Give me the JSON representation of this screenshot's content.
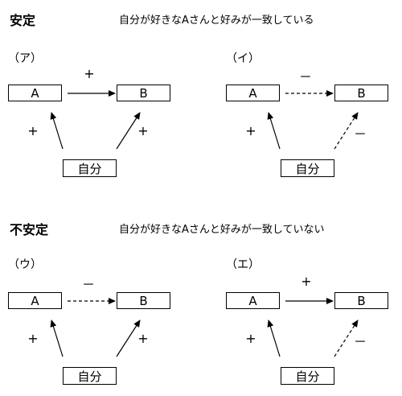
{
  "stable": {
    "title": "安定",
    "description": "自分が好きなAさんと好みが一致している"
  },
  "unstable": {
    "title": "不安定",
    "description": "自分が好きなAさんと好みが一致していない"
  },
  "panels": [
    {
      "label": "（ア）",
      "node_a": "A",
      "node_b": "B",
      "node_self": "自分",
      "sign_ab": "+",
      "sign_self_a": "+",
      "sign_self_b": "+",
      "ab_dashed": false,
      "self_b_dashed": false
    },
    {
      "label": "（イ）",
      "node_a": "A",
      "node_b": "B",
      "node_self": "自分",
      "sign_ab": "－",
      "sign_self_a": "+",
      "sign_self_b": "－",
      "ab_dashed": true,
      "self_b_dashed": true
    },
    {
      "label": "（ウ）",
      "node_a": "A",
      "node_b": "B",
      "node_self": "自分",
      "sign_ab": "－",
      "sign_self_a": "+",
      "sign_self_b": "+",
      "ab_dashed": true,
      "self_b_dashed": false
    },
    {
      "label": "（エ）",
      "node_a": "A",
      "node_b": "B",
      "node_self": "自分",
      "sign_ab": "+",
      "sign_self_a": "+",
      "sign_self_b": "－",
      "ab_dashed": false,
      "self_b_dashed": true
    }
  ]
}
